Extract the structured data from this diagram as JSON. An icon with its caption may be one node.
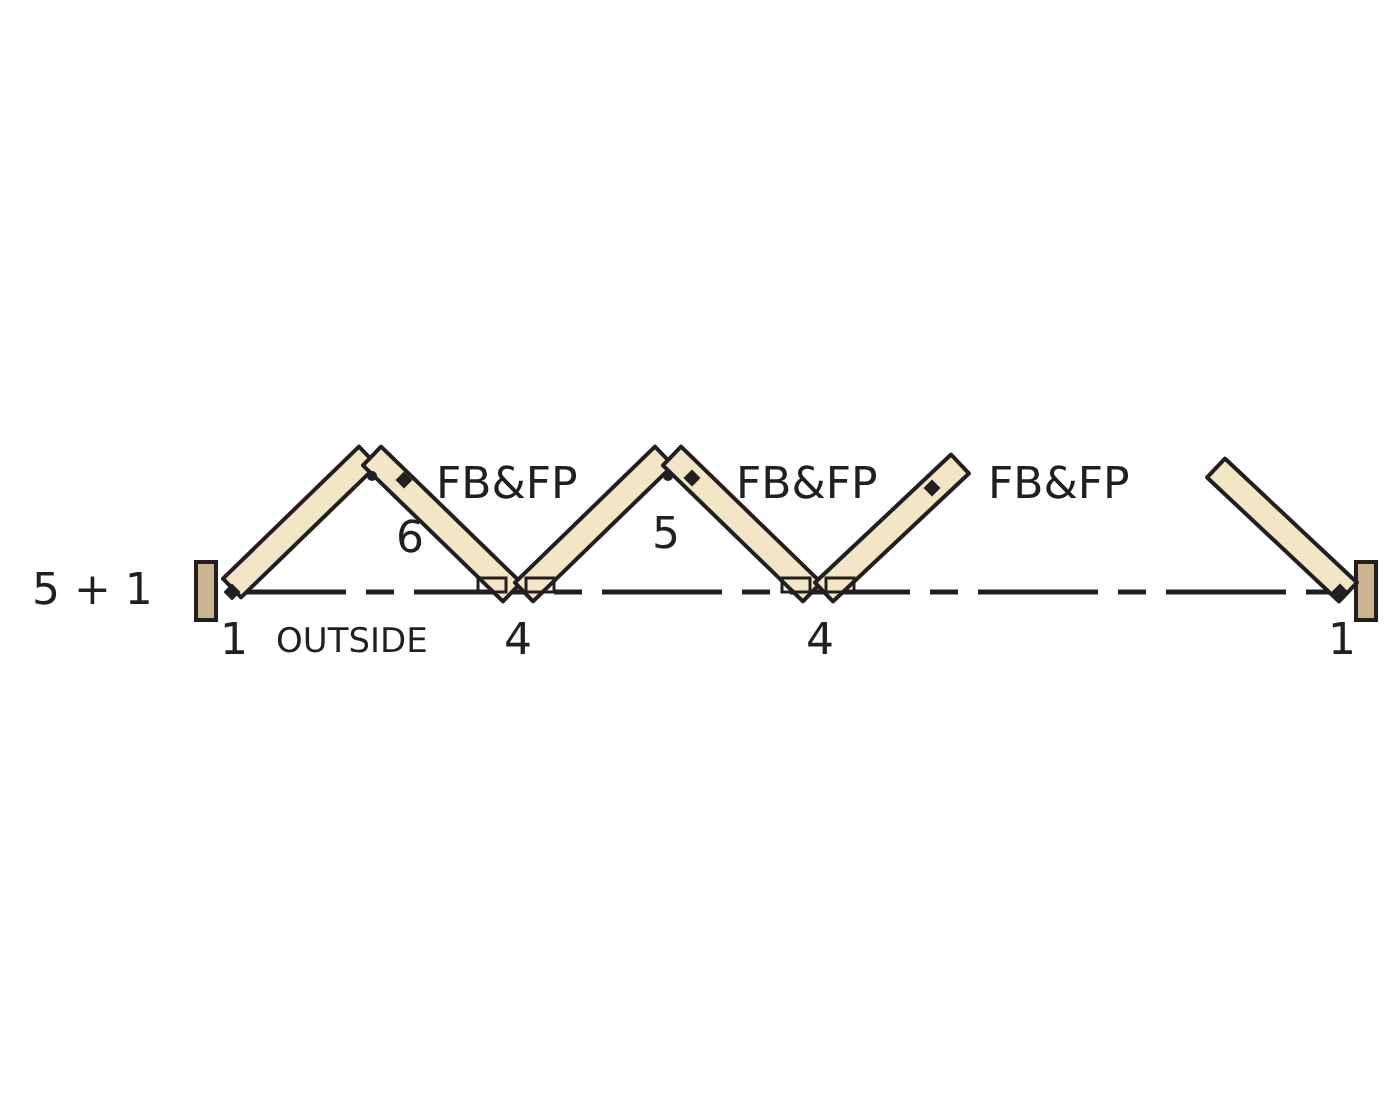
{
  "diagram": {
    "labels": [
      "FB&FP",
      "FB&FP",
      "FB&FP",
      "5 + 1",
      "6",
      "5",
      "1",
      "OUTSIDE",
      "4",
      "4",
      "1"
    ]
  }
}
